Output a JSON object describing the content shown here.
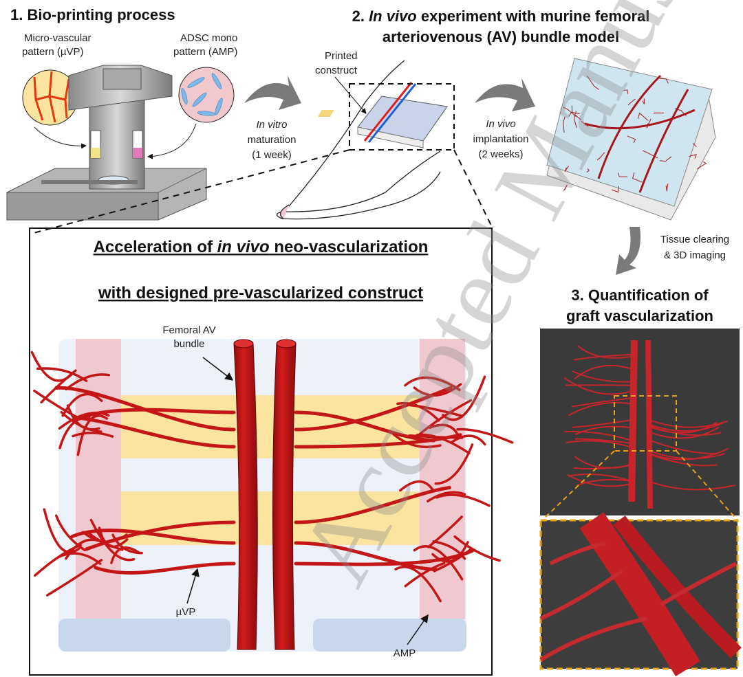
{
  "section1": {
    "title": "1. Bio-printing process",
    "label_uvp_1": "Micro-vascular",
    "label_uvp_2": "pattern (µVP)",
    "label_amp_1": "ADSC mono",
    "label_amp_2": "pattern (AMP)"
  },
  "step_invitro": {
    "line1": "In vitro",
    "line2": "maturation",
    "line3": "(1 week)"
  },
  "section2": {
    "title_num": "2. ",
    "title_italic": "In vivo",
    "title_rest": " experiment with murine femoral",
    "title_line2": "arteriovenous (AV) bundle model",
    "printed_1": "Printed",
    "printed_2": "construct"
  },
  "step_invivo": {
    "line1": "In vivo",
    "line2": "implantation",
    "line3": "(2 weeks)"
  },
  "step_clearing": {
    "line1": "Tissue clearing",
    "line2": "& 3D imaging"
  },
  "section3": {
    "title_line1": "3. Quantification of",
    "title_line2": "graft vascularization"
  },
  "detail": {
    "title1_a": "Acceleration of ",
    "title1_italic": "in vivo",
    "title1_b": " neo-vascularization",
    "title2": "with designed pre-vascularized construct",
    "femoral_1": "Femoral AV",
    "femoral_2": "bundle",
    "uvp": "µVP",
    "amp": "AMP"
  },
  "watermark": "Accepted Manuscript",
  "colors": {
    "vessel": "#cc1616",
    "yellow": "#fbe3a0",
    "pink": "#efc9cf",
    "panel": "#edf1f9",
    "blue": "#c9d7ec",
    "orange": "#e8a317",
    "dark": "#3a3a3a"
  }
}
